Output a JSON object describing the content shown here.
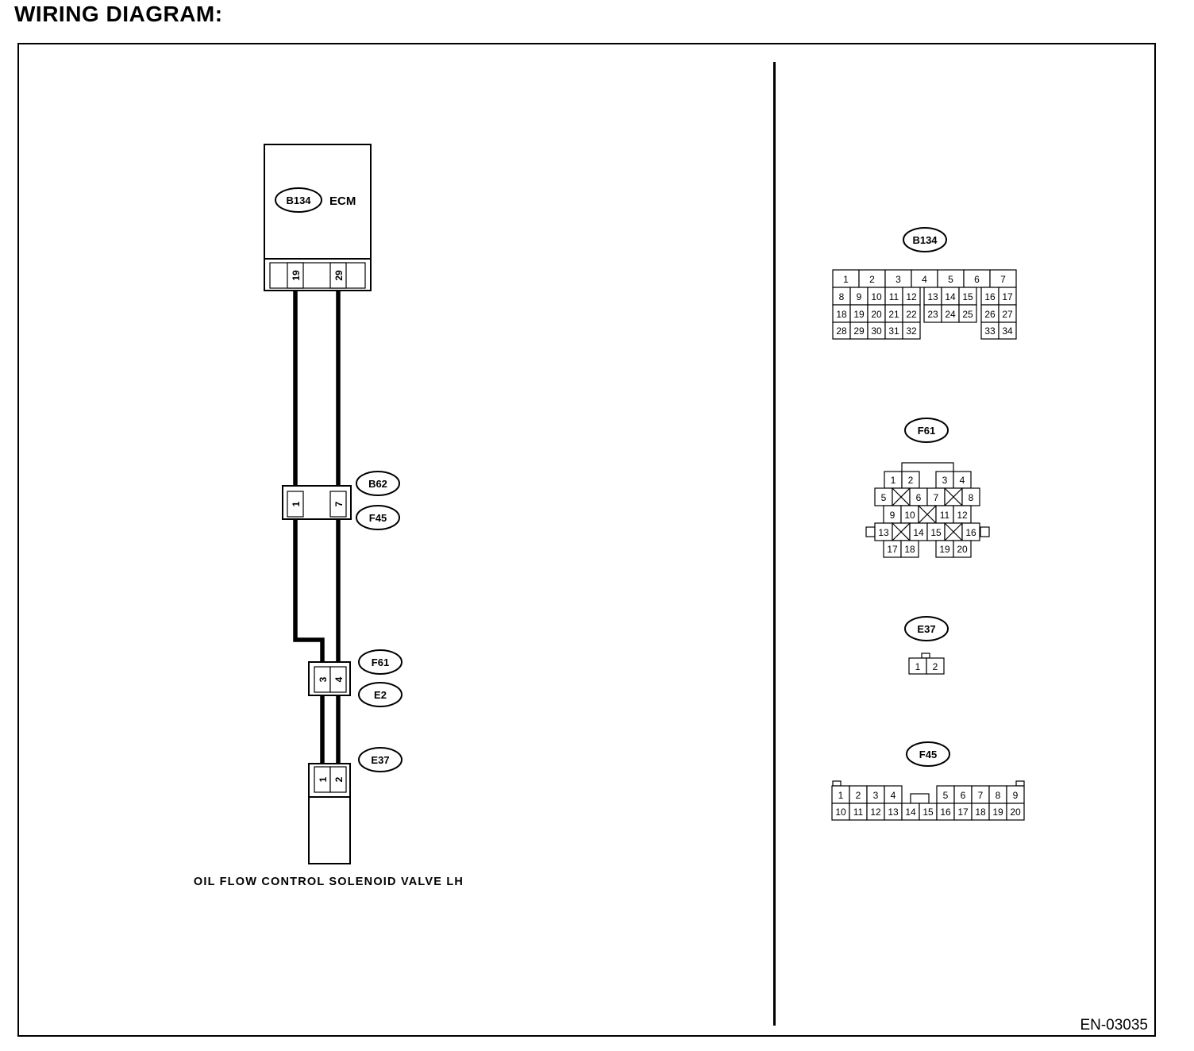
{
  "title": "WIRING DIAGRAM:",
  "doc_code": "EN-03035",
  "ecm": {
    "label": "ECM",
    "connector": "B134",
    "pins": [
      "19",
      "29"
    ]
  },
  "junction_1": {
    "connector_top": "B62",
    "connector_bottom": "F45",
    "pins": [
      "1",
      "7"
    ]
  },
  "junction_2": {
    "connector_top": "F61",
    "connector_bottom": "E2",
    "pins": [
      "3",
      "4"
    ]
  },
  "valve": {
    "label": "OIL FLOW CONTROL SOLENOID VALVE LH",
    "connector": "E37",
    "pins": [
      "1",
      "2"
    ]
  },
  "pinouts": {
    "b134": {
      "tag": "B134",
      "row1": [
        "1",
        "2",
        "3",
        "4",
        "5",
        "6",
        "7"
      ],
      "row2a": [
        "8",
        "9",
        "10",
        "11",
        "12"
      ],
      "row2b": [
        "13",
        "14",
        "15"
      ],
      "row2c": [
        "16",
        "17"
      ],
      "row3a": [
        "18",
        "19",
        "20",
        "21",
        "22"
      ],
      "row3b": [
        "23",
        "24",
        "25"
      ],
      "row3c": [
        "26",
        "27"
      ],
      "row4a": [
        "28",
        "29",
        "30",
        "31",
        "32"
      ],
      "row4c": [
        "33",
        "34"
      ]
    },
    "f61": {
      "tag": "F61",
      "pins": [
        "1",
        "2",
        "3",
        "4",
        "5",
        "6",
        "7",
        "8",
        "9",
        "10",
        "11",
        "12",
        "13",
        "14",
        "15",
        "16",
        "17",
        "18",
        "19",
        "20"
      ]
    },
    "e37": {
      "tag": "E37",
      "pins": [
        "1",
        "2"
      ]
    },
    "f45": {
      "tag": "F45",
      "row1": [
        "1",
        "2",
        "3",
        "4",
        "5",
        "6",
        "7",
        "8",
        "9"
      ],
      "row2": [
        "10",
        "11",
        "12",
        "13",
        "14",
        "15",
        "16",
        "17",
        "18",
        "19",
        "20"
      ]
    }
  }
}
